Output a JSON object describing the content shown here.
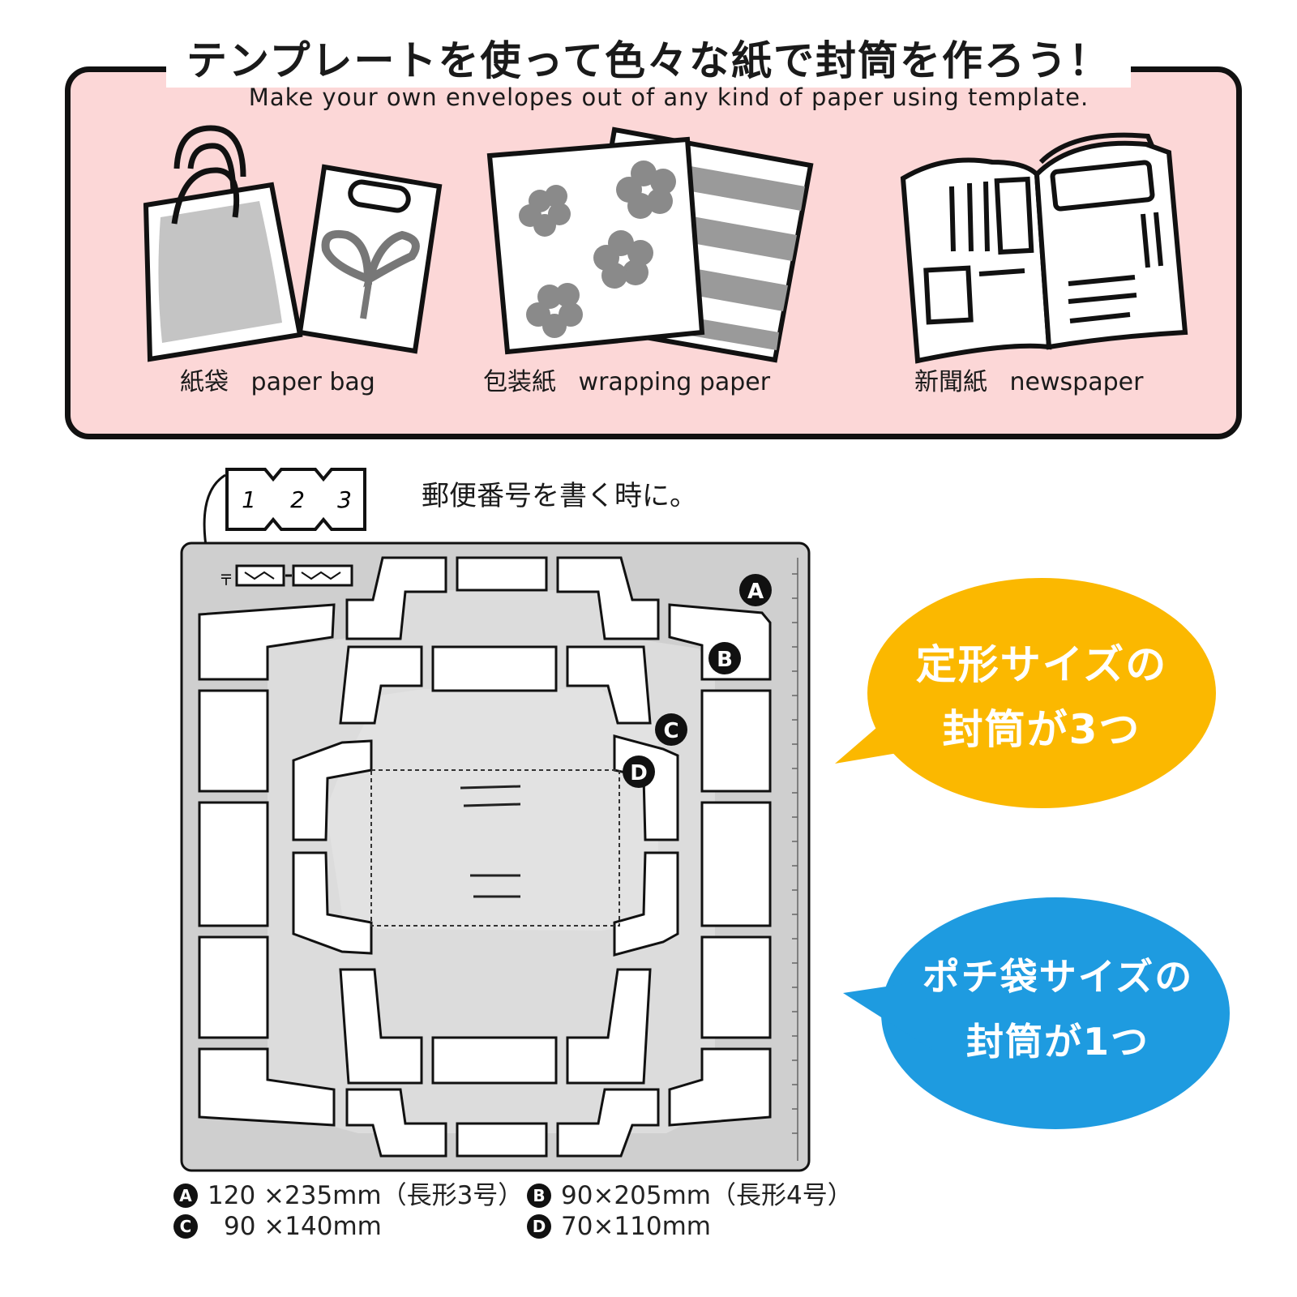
{
  "header": {
    "title_jp": "テンプレートを使って色々な紙で封筒を作ろう！",
    "title_en": "Make your own envelopes out of any kind of paper using template."
  },
  "materials": [
    {
      "label_jp": "紙袋",
      "label_en": "paper bag"
    },
    {
      "label_jp": "包装紙",
      "label_en": "wrapping paper"
    },
    {
      "label_jp": "新聞紙",
      "label_en": "newspaper"
    }
  ],
  "postal": {
    "digits": [
      "1",
      "2",
      "3"
    ],
    "hint": "郵便番号を書く時に。",
    "symbol": "〒"
  },
  "template": {
    "letters": [
      "A",
      "B",
      "C",
      "D"
    ]
  },
  "bubbles": {
    "yellow": {
      "line1": "定形サイズの",
      "line2": "封筒が3つ",
      "color": "#fbb800"
    },
    "blue": {
      "line1": "ポチ袋サイズの",
      "line2": "封筒が1つ",
      "color": "#1e9be0"
    }
  },
  "sizes": [
    {
      "letter": "A",
      "text": "120 ×235mm（長形3号）"
    },
    {
      "letter": "B",
      "text": "90×205mm（長形4号）"
    },
    {
      "letter": "C",
      "text": "90 ×140mm"
    },
    {
      "letter": "D",
      "text": "70×110mm"
    }
  ],
  "colors": {
    "panel_bg": "#fcd7d7",
    "template_gray": "#cfcfcf",
    "inner_gray": "#dcdcdc"
  }
}
